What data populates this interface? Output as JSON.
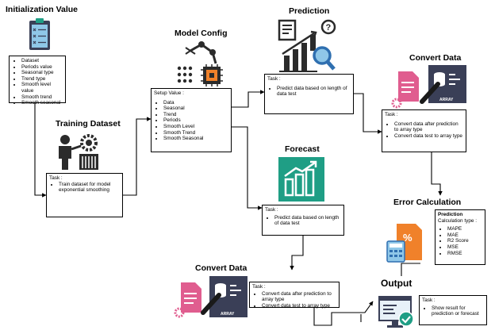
{
  "init": {
    "title": "Initialization Value",
    "items": [
      "Dataset",
      "Periods value",
      "Seasonal type",
      "Trend type",
      "Smooth level value",
      "Smooth trend",
      "Smooth seasonal"
    ]
  },
  "training": {
    "title": "Training Dataset",
    "task_label": "Task :",
    "items": [
      "Train dataset for model exponential smoothing"
    ]
  },
  "model_config": {
    "title": "Model Config",
    "head": "Setup Value :",
    "items": [
      "Data",
      "Seasonal",
      "Trend",
      "Periods",
      "Smooth Level",
      "Smooth Trend",
      "Smooth Seasonal"
    ]
  },
  "prediction": {
    "title": "Prediction",
    "task_label": "Task :",
    "items": [
      "Predict data based on length of data test"
    ]
  },
  "forecast": {
    "title": "Forecast",
    "task_label": "Task :",
    "items": [
      "Predict data based on length of data test"
    ]
  },
  "convert_top": {
    "title": "Convert Data",
    "task_label": "Task :",
    "array_label": "ARRAY",
    "items": [
      "Convert data after prediction to array type",
      "Convert data test to array type"
    ]
  },
  "convert_bottom": {
    "title": "Convert Data",
    "task_label": "Task :",
    "array_label": "ARRAY",
    "items": [
      "Convert data after prediction to array type",
      "Convert data test to array type"
    ]
  },
  "error_calc": {
    "title": "Error Calculation",
    "head": "Prediction",
    "subhead": "Calculation type :",
    "items": [
      "MAPE",
      "MAE",
      "R2 Score",
      "MSE",
      "RMSE"
    ],
    "percent_symbol": "%"
  },
  "output": {
    "title": "Output",
    "task_label": "Task :",
    "items": [
      "Show result for prediction or forecast"
    ]
  },
  "colors": {
    "teal": "#1f9e85",
    "pink": "#e05d8f",
    "orange": "#f0812a",
    "navy": "#3a3f57",
    "blue": "#2f6fb0"
  }
}
